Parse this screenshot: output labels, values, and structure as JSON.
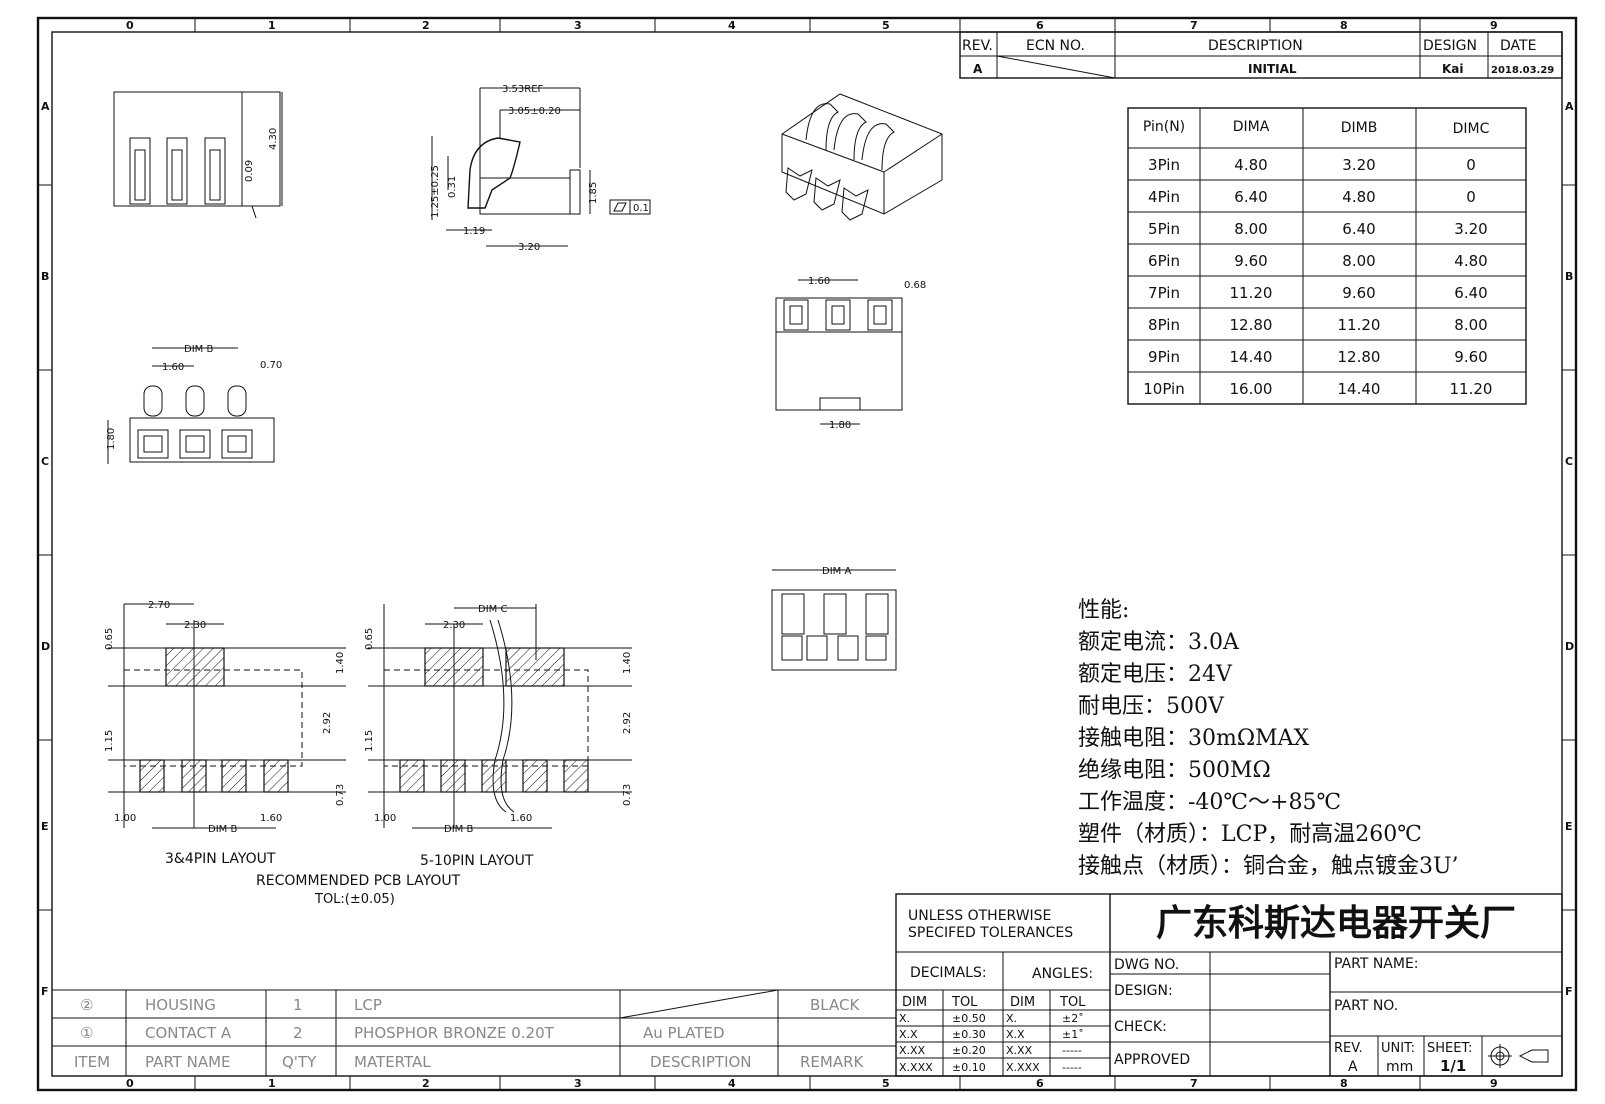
{
  "border": {
    "columns": [
      "0",
      "1",
      "2",
      "3",
      "4",
      "5",
      "6",
      "7",
      "8",
      "9"
    ],
    "rows": [
      "A",
      "B",
      "C",
      "D",
      "E",
      "F"
    ]
  },
  "revision_block": {
    "headers": {
      "rev": "REV.",
      "ecn": "ECN NO.",
      "description": "DESCRIPTION",
      "design": "DESIGN",
      "date": "DATE"
    },
    "row": {
      "rev": "A",
      "ecn": "",
      "description": "INITIAL",
      "design": "Kai",
      "date": "2018.03.29"
    }
  },
  "pin_table": {
    "headers": [
      "Pin(N)",
      "DIMA",
      "DIMB",
      "DIMC"
    ],
    "rows": [
      [
        "3Pin",
        "4.80",
        "3.20",
        "0"
      ],
      [
        "4Pin",
        "6.40",
        "4.80",
        "0"
      ],
      [
        "5Pin",
        "8.00",
        "6.40",
        "3.20"
      ],
      [
        "6Pin",
        "9.60",
        "8.00",
        "4.80"
      ],
      [
        "7Pin",
        "11.20",
        "9.60",
        "6.40"
      ],
      [
        "8Pin",
        "12.80",
        "11.20",
        "8.00"
      ],
      [
        "9Pin",
        "14.40",
        "12.80",
        "9.60"
      ],
      [
        "10Pin",
        "16.00",
        "14.40",
        "11.20"
      ]
    ]
  },
  "dimensions": {
    "side_ref": "3.53REF",
    "side_width": "3.05±0.20",
    "side_height": "1.25±0.25",
    "side_small": "0.31",
    "side_h2": "1.85",
    "side_left": "1.19",
    "side_bottom": "3.20",
    "flatness": "0.1",
    "front_height": "4.30",
    "front_small": "0.09",
    "top_dimb": "DIM B",
    "top_pitch": "1.60",
    "top_pin": "0.70",
    "top_h": "1.80",
    "bottom_pitch": "1.60",
    "bottom_pin": "0.68",
    "bottom_slot": "1.80",
    "dima": "DIM A",
    "pcb_270": "2.70",
    "pcb_230": "2.30",
    "pcb_065": "0.65",
    "pcb_140": "1.40",
    "pcb_292": "2.92",
    "pcb_115": "1.15",
    "pcb_073": "0.73",
    "pcb_100": "1.00",
    "pcb_160": "1.60",
    "pcb_dimb": "DIM B",
    "pcb_dimc": "DIM C"
  },
  "pcb_layout": {
    "left_caption": "3&4PIN LAYOUT",
    "right_caption": "5-10PIN LAYOUT",
    "title": "RECOMMENDED PCB LAYOUT",
    "tolerance": "TOL:(±0.05)"
  },
  "specs": [
    "性能:",
    "额定电流：3.0A",
    "额定电压：24V",
    "耐电压：500V",
    "接触电阻：30mΩMAX",
    "绝缘电阻：500MΩ",
    "工作温度：-40℃～+85℃",
    "塑件（材质）：LCP，耐高温260℃",
    "接触点（材质）：铜合金，触点镀金3U’"
  ],
  "title_block": {
    "tolerance_note_1": "UNLESS OTHERWISE",
    "tolerance_note_2": "SPECIFED TOLERANCES",
    "company": "广东科斯达电器开关厂",
    "decimals": "DECIMALS:",
    "angles": "ANGLES:",
    "dim": "DIM",
    "tol": "TOL",
    "decimal_rows": [
      [
        "X.",
        "±0.50"
      ],
      [
        "X.X",
        "±0.30"
      ],
      [
        "X.XX",
        "±0.20"
      ],
      [
        "X.XXX",
        "±0.10"
      ]
    ],
    "angle_rows": [
      [
        "X.",
        "±2˚"
      ],
      [
        "X.X",
        "±1˚"
      ],
      [
        "X.XX",
        "-----"
      ],
      [
        "X.XXX",
        "-----"
      ]
    ],
    "dwg_no": "DWG NO.",
    "design": "DESIGN:",
    "check": "CHECK:",
    "approved": "APPROVED",
    "part_name": "PART NAME:",
    "part_no": "PART NO.",
    "rev_label": "REV.",
    "rev_value": "A",
    "unit_label": "UNIT:",
    "unit_value": "mm",
    "sheet_label": "SHEET:",
    "sheet_value": "1/1"
  },
  "bom": {
    "rows": [
      {
        "item": "②",
        "name": "HOUSING",
        "qty": "1",
        "material": "LCP",
        "description": "",
        "remark": "BLACK"
      },
      {
        "item": "①",
        "name": "CONTACT A",
        "qty": "2",
        "material": "PHOSPHOR BRONZE 0.20T",
        "description": "Au PLATED",
        "remark": ""
      }
    ],
    "headers": {
      "item": "ITEM",
      "name": "PART NAME",
      "qty": "Q'TY",
      "material": "MATERTAL",
      "description": "DESCRIPTION",
      "remark": "REMARK"
    }
  }
}
